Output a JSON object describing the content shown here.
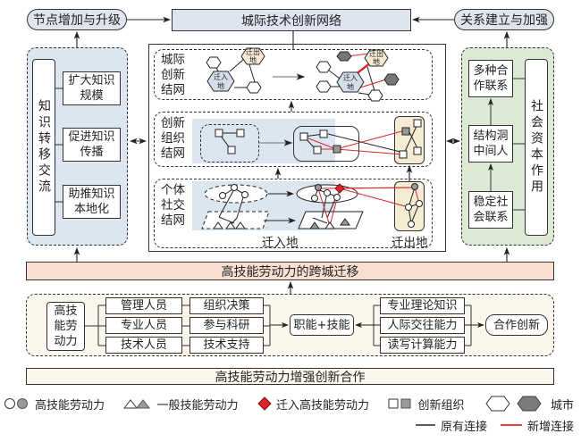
{
  "top": {
    "left_pill": "节点增加与升级",
    "center_title": "城际技术创新网络",
    "right_pill": "关系建立与加强"
  },
  "left_panel": {
    "vertical_label": "知识转移交流",
    "items": [
      "扩大知识规模",
      "促进知识传播",
      "助推知识本地化"
    ],
    "bg_color": "#dce6f1"
  },
  "right_panel": {
    "vertical_label": "社会资本作用",
    "items": [
      "多种合作联系",
      "结构洞中间人",
      "稳定社会联系"
    ],
    "bg_color": "#dce9d5"
  },
  "center": {
    "rows": [
      {
        "label": "城际创新结网"
      },
      {
        "label": "创新组织结网"
      },
      {
        "label": "个体社交结网"
      }
    ],
    "hex_labels": {
      "in": "迁入地",
      "out": "迁出地"
    },
    "bottom_labels": {
      "in": "迁入地",
      "out": "迁出地"
    },
    "in_color": "#d6deec",
    "out_color": "#f6ebd3"
  },
  "migration_band": {
    "text": "高技能劳动力的跨城迁移",
    "color": "#f8dfd2"
  },
  "labor": {
    "source": "高技能劳动力",
    "roles": [
      "管理人员",
      "专业人员",
      "技术人员"
    ],
    "functions": [
      "组织决策",
      "参与科研",
      "技术支持"
    ],
    "merge": "职能+技能",
    "skills": [
      "专业理论知识",
      "人际交往能力",
      "读写计算能力"
    ],
    "outcome": "合作创新",
    "bg_color": "#fbf6ec"
  },
  "bottom_band": {
    "text": "高技能劳动力增强创新合作",
    "color": "#fbf6ec"
  },
  "legend": {
    "items": [
      {
        "icon": "circle-icons",
        "label": "高技能劳动力"
      },
      {
        "icon": "triangle-icons",
        "label": "一般技能劳动力"
      },
      {
        "icon": "red-diamond-icon",
        "label": "迁入高技能劳动力"
      },
      {
        "icon": "square-icons",
        "label": "创新组织"
      },
      {
        "icon": "hexagon-icons",
        "label": "城市"
      }
    ],
    "lines": [
      {
        "icon": "black-line-icon",
        "label": "原有连接",
        "color": "#222222"
      },
      {
        "icon": "red-line-icon",
        "label": "新增连接",
        "color": "#d9262a"
      }
    ]
  }
}
